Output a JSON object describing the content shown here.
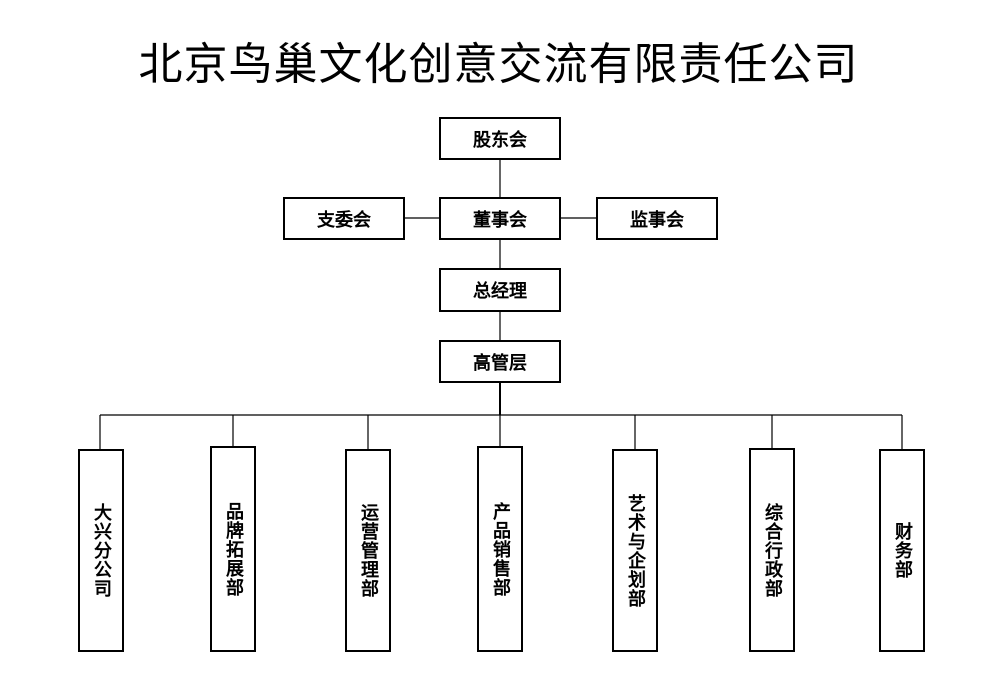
{
  "title": "北京鸟巢文化创意交流有限责任公司",
  "nodes": {
    "shareholders": "股东会",
    "party_committee": "支委会",
    "board": "董事会",
    "supervisors": "监事会",
    "general_manager": "总经理",
    "executives": "高管层"
  },
  "departments": [
    {
      "label": "大兴分公司"
    },
    {
      "label": "品牌拓展部"
    },
    {
      "label": "运营管理部"
    },
    {
      "label": "产品销售部"
    },
    {
      "label": "艺术与企划部"
    },
    {
      "label": "综合行政部"
    },
    {
      "label": "财务部"
    }
  ]
}
